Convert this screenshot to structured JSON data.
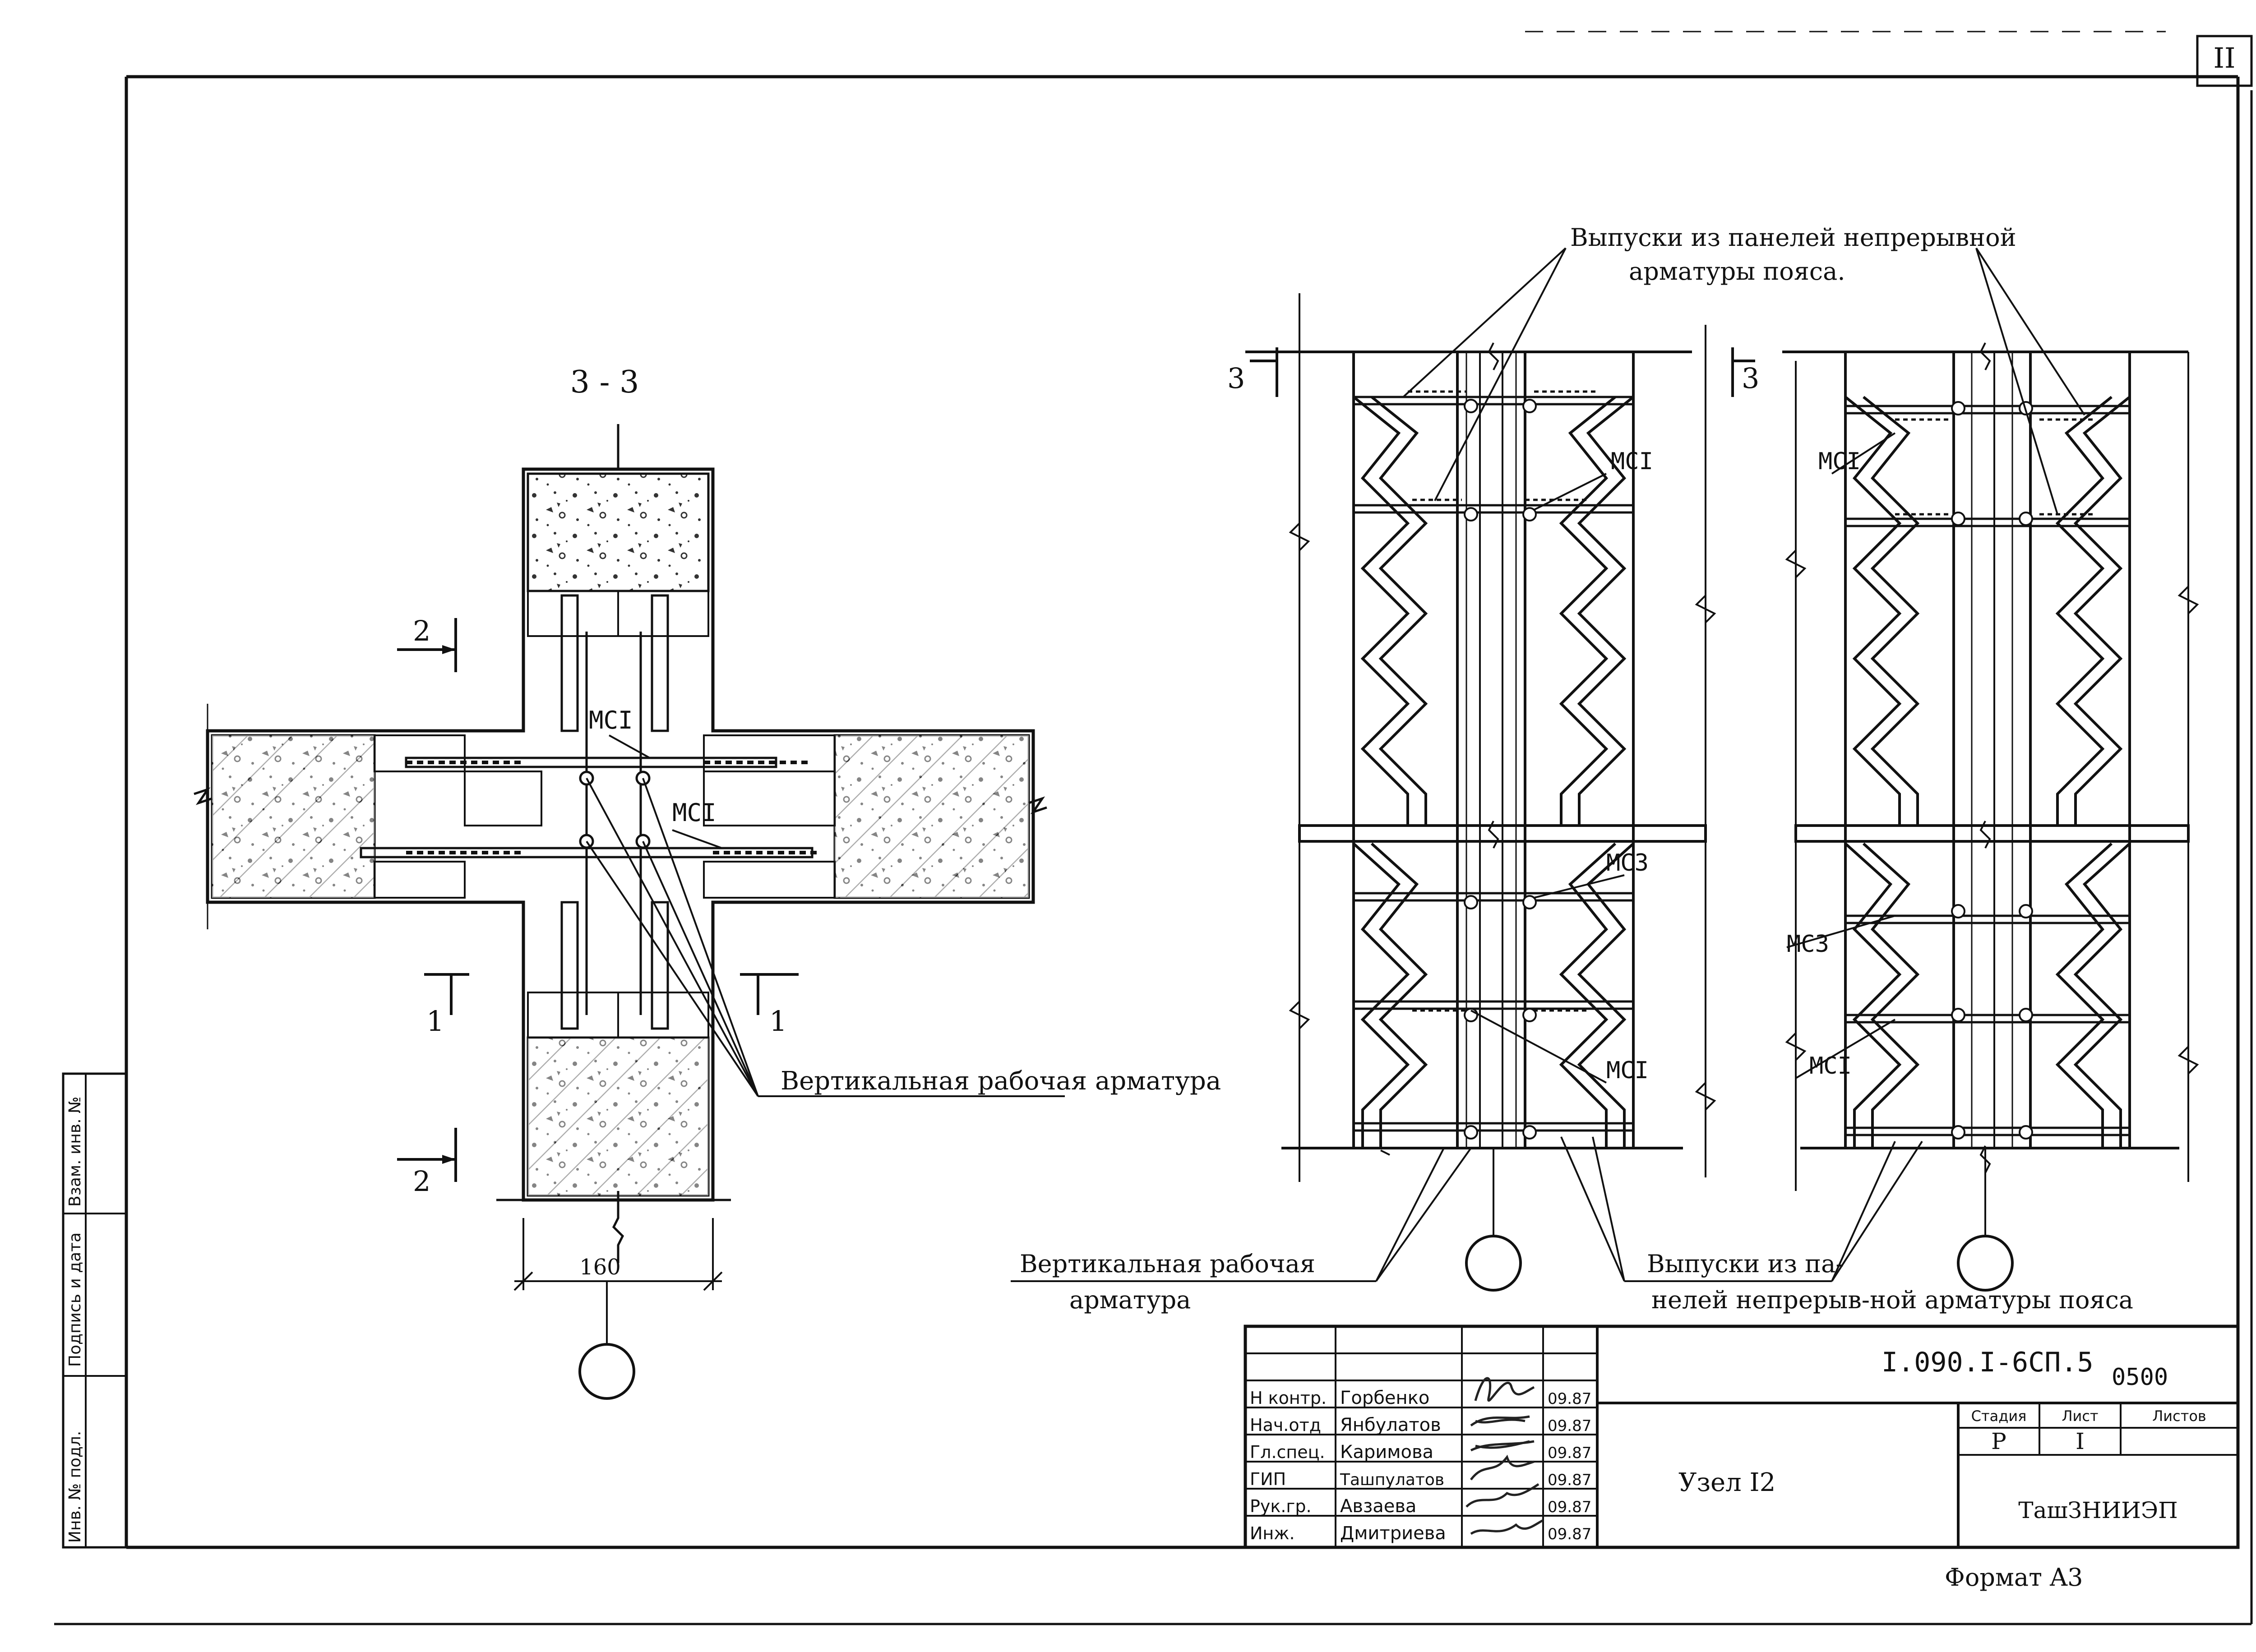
{
  "sheet": {
    "number": "II",
    "format_label": "Формат A3"
  },
  "left_view": {
    "section_label": "3 - 3",
    "cut_marks": {
      "top": "2",
      "bottom": "2",
      "left": "1",
      "right": "1"
    },
    "mesh_labels": [
      "MCI",
      "MCI"
    ],
    "callout": "Вертикальная рабочая арматура",
    "dimension": "160"
  },
  "right_view": {
    "cut_mark_left": "3",
    "cut_mark_right": "3",
    "top_callout_line1": "Выпуски из панелей непрерывной",
    "top_callout_line2": "арматуры пояса.",
    "mesh_labels": [
      "MCI",
      "MCI",
      "MC3",
      "MC3",
      "MCI",
      "MCI"
    ],
    "callout_left_line1": "Вертикальная  рабочая",
    "callout_left_line2": "арматура",
    "callout_right_line1": "Выпуски из па-",
    "callout_right_line2": "нелей непрерыв-ной арматуры пояса"
  },
  "side_stamp": [
    "Инв. № подл.",
    "Подпись и дата",
    "Взам. инв. №"
  ],
  "title_block": {
    "code": "I.090.I-6СП.5",
    "extra": "0500",
    "title": "Узел I2",
    "organization": "ТашЗНИИЭП",
    "headers": [
      "Стадия",
      "Лист",
      "Листов"
    ],
    "values": [
      "Р",
      "I",
      ""
    ],
    "rows": [
      {
        "role": "Н контр.",
        "name": "Горбенко",
        "date": "09.87"
      },
      {
        "role": "Нач.отд",
        "name": "Янбулатов",
        "date": "09.87"
      },
      {
        "role": "Гл.спец.",
        "name": "Каримова",
        "date": "09.87"
      },
      {
        "role": "ГИП",
        "name": "Ташпулатов",
        "date": "09.87"
      },
      {
        "role": "Рук.гр.",
        "name": "Авзаева",
        "date": "09.87"
      },
      {
        "role": "Инж.",
        "name": "Дмитриева",
        "date": "09.87"
      }
    ]
  }
}
